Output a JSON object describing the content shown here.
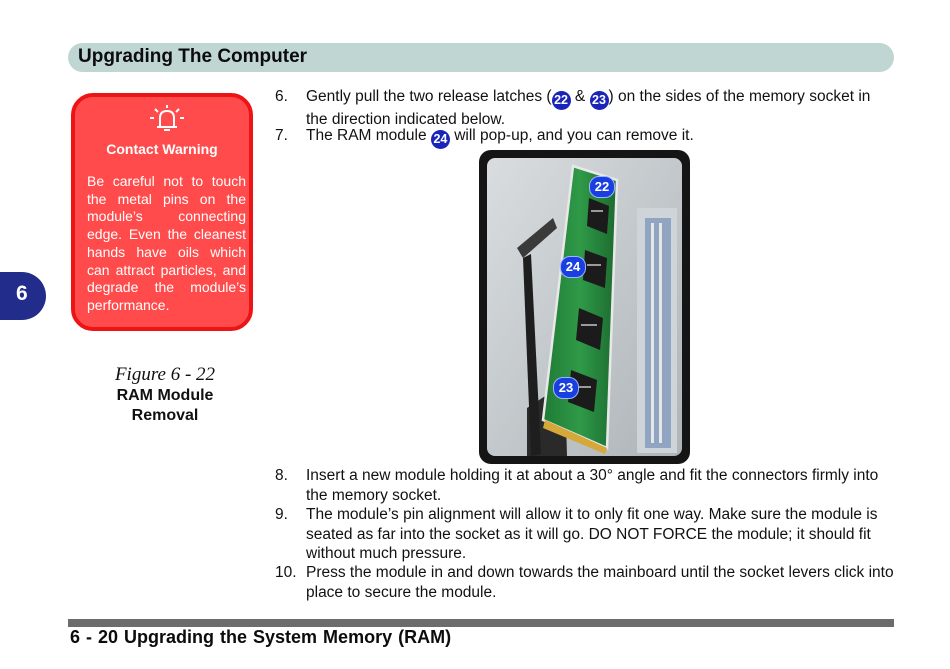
{
  "header": {
    "title": "Upgrading The Computer"
  },
  "chapter_tab": "6",
  "warning": {
    "icon": "warning-bell-icon",
    "title": "Contact Warning",
    "text": "Be careful not to touch the metal pins on the module’s connecting edge. Even the cleanest hands have oils which can attract particles, and degrade the module’s performance."
  },
  "figure": {
    "number": "Figure 6 - 22",
    "title_line1": "RAM Module",
    "title_line2": "Removal",
    "callouts": [
      "22",
      "24",
      "23"
    ]
  },
  "steps": [
    {
      "num": "6.",
      "parts": [
        "Gently pull the two release latches (",
        "22",
        " & ",
        "23",
        ") on the sides of the memory socket in the direction indicated below."
      ]
    },
    {
      "num": "7.",
      "parts": [
        "The RAM module ",
        "24",
        " will pop-up, and you can remove it."
      ]
    },
    {
      "num": "8.",
      "text": "Insert a new module holding it at about a 30° angle and fit the connectors firmly into the memory socket."
    },
    {
      "num": "9.",
      "text": "The module’s pin alignment will allow it to only fit one way. Make sure the module is seated as far into the socket as it will go. DO NOT FORCE the module; it should fit without much pressure."
    },
    {
      "num": "10.",
      "text": "Press the module in and down towards the mainboard until the socket levers click into place to secure the module."
    }
  ],
  "footer": {
    "text": "6 - 20 Upgrading the System Memory (RAM)"
  },
  "colors": {
    "header_bar": "#bfd6d3",
    "tab": "#222c8a",
    "warning_fill": "#ff4b4b",
    "warning_border": "#ec1414",
    "badge": "#1a24b8"
  }
}
